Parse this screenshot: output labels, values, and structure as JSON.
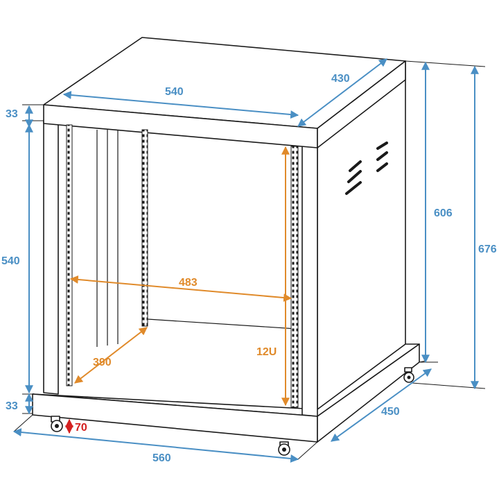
{
  "colors": {
    "dimension_blue": "#4a8fc4",
    "dimension_orange": "#e08a2a",
    "dimension_red": "#d42020",
    "outline": "#1a1a1a"
  },
  "dimensions": {
    "top_width": "540",
    "top_depth": "430",
    "top_thickness": "33",
    "inner_height": "540",
    "bottom_thickness": "33",
    "side_height": "606",
    "total_height": "676",
    "base_width": "560",
    "base_depth": "450",
    "caster_height": "70",
    "rail_width": "483",
    "inner_depth": "390",
    "rack_units": "12U"
  }
}
